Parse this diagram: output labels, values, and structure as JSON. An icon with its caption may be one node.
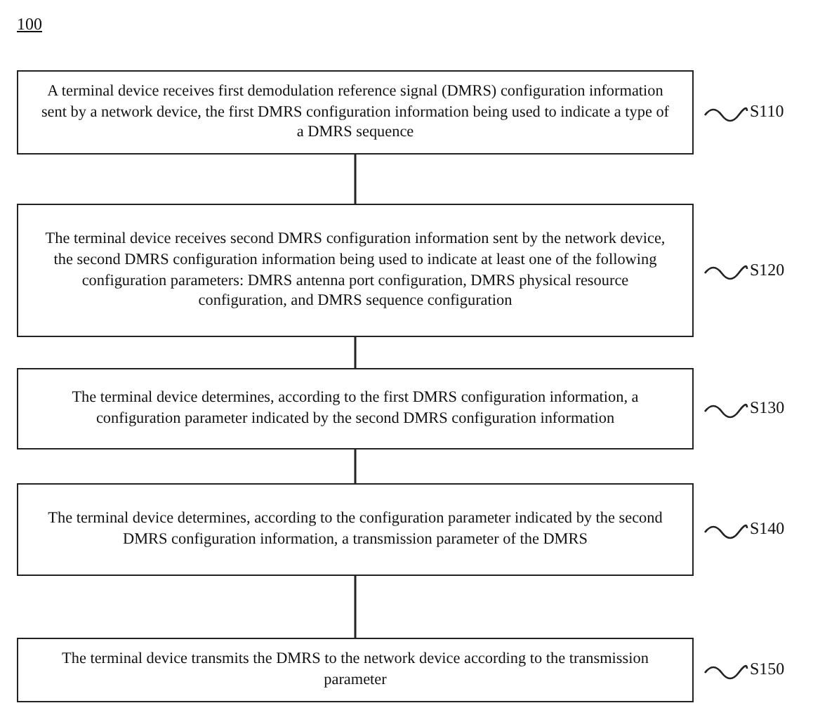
{
  "diagram": {
    "nodes": [
      {
        "text": [
          "A terminal device receives first demodulation reference signal (DMRS) configuration information sent by a network device, the first DMRS configuration information being used to indicate a type of a DMRS sequence"
        ],
        "beside": [
          "S110"
        ]
      },
      {
        "text": [
          "The terminal device receives second DMRS configuration information sent by the network device, the second DMRS configuration information being used to indicate at least one of the following configuration parameters: DMRS antenna port configuration, DMRS physical resource configuration, and DMRS sequence configuration"
        ],
        "beside": [
          "S120"
        ]
      },
      {
        "text": [
          "The terminal device determines, according to the first DMRS configuration information, a configuration parameter indicated by the second DMRS configuration information"
        ],
        "beside": [
          "S130"
        ]
      },
      {
        "text": [
          "The terminal device determines, according to the configuration parameter indicated by the second DMRS configuration information, a transmission parameter of the DMRS"
        ],
        "beside": [
          "S140"
        ]
      },
      {
        "text": [
          "The terminal device transmits the DMRS to the network device according to the transmission parameter"
        ],
        "beside": [
          "S150"
        ]
      }
    ],
    "edges": [
      {
        "from": 0,
        "to": 1,
        "arrow": "none"
      },
      {
        "from": 1,
        "to": 2,
        "arrow": "none"
      },
      {
        "from": 2,
        "to": 3,
        "arrow": "none"
      },
      {
        "from": 3,
        "to": 4,
        "arrow": "none"
      }
    ],
    "labels": [
      "100"
    ]
  }
}
